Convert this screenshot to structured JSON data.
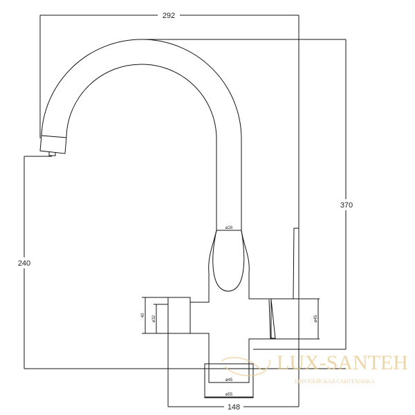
{
  "dimensions": {
    "width_total": "292",
    "height_total": "370",
    "spout_height": "240",
    "base_width": "148",
    "spout_diameter": "ø28",
    "handle_length": "40",
    "handle_diameter": "ø32",
    "right_handle_diameter": "ø45",
    "base_inner_diameter": "ø45",
    "base_outer_diameter": "ø55"
  },
  "watermark": {
    "brand": "LUX-SANTEH",
    "tagline": "ЕВРОПЕЙСКАЯ САНТЕХНИКА"
  },
  "colors": {
    "line": "#111111",
    "watermark": "#e8c88a"
  }
}
